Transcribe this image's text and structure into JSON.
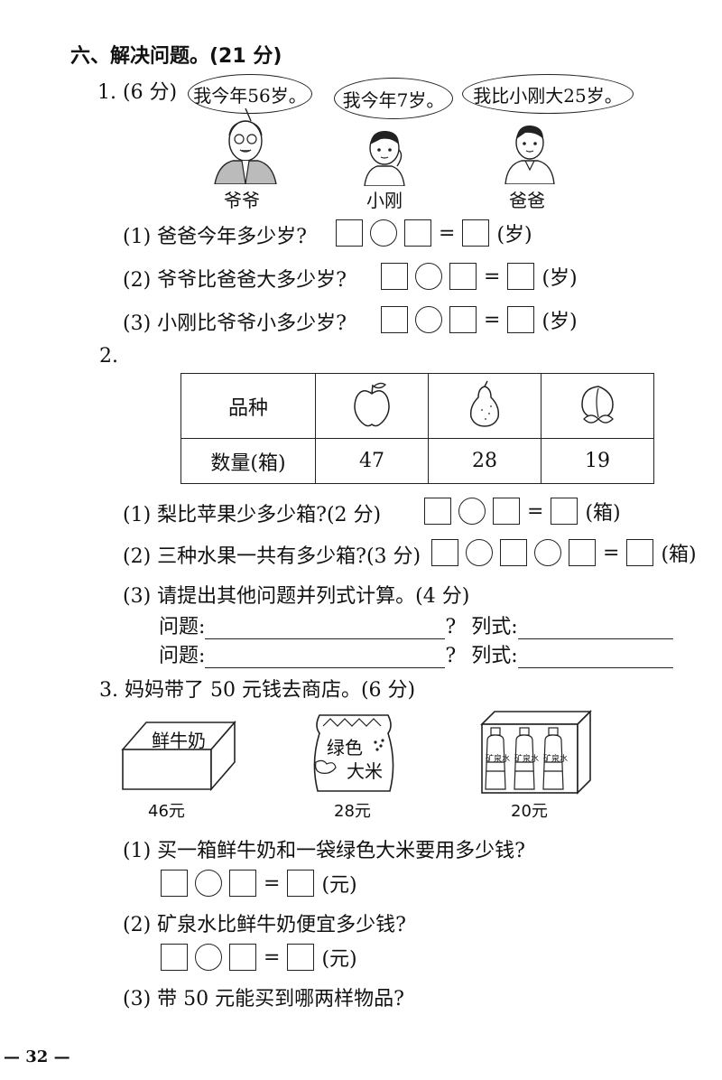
{
  "section": {
    "title": "六、解决问题。(21 分)"
  },
  "q1": {
    "number": "1. (6 分)",
    "speech": [
      "我今年56岁。",
      "我今年7岁。",
      "我比小刚大25岁。"
    ],
    "names": [
      "爷爷",
      "小刚",
      "爸爸"
    ],
    "parts": [
      {
        "prompt": "(1) 爸爸今年多少岁?",
        "unit": "(岁)"
      },
      {
        "prompt": "(2) 爷爷比爸爸大多少岁?",
        "unit": "(岁)"
      },
      {
        "prompt": "(3) 小刚比爷爷小多少岁?",
        "unit": "(岁)"
      }
    ]
  },
  "q2": {
    "number": "2.",
    "table": {
      "row_header_kind": "品种",
      "row_header_qty": "数量(箱)",
      "fruits": [
        "apple-icon",
        "pear-icon",
        "peach-icon"
      ],
      "quantities": [
        "47",
        "28",
        "19"
      ]
    },
    "parts": [
      {
        "prompt": "(1) 梨比苹果少多少箱?(2 分)",
        "unit": "(箱)"
      },
      {
        "prompt": "(2) 三种水果一共有多少箱?(3 分)",
        "unit": "(箱)"
      },
      {
        "prompt": "(3) 请提出其他问题并列式计算。(4 分)"
      }
    ],
    "question_label": "问题:",
    "question_mark": "?",
    "formula_label": "列式:"
  },
  "q3": {
    "number": "3. 妈妈带了 50 元钱去商店。(6 分)",
    "items": [
      {
        "label": "鲜牛奶",
        "price": "46元"
      },
      {
        "label_top": "绿色",
        "label_bottom": "大米",
        "price": "28元"
      },
      {
        "bottle_label": "矿泉水",
        "price": "20元"
      }
    ],
    "parts": [
      {
        "prompt": "(1) 买一箱鲜牛奶和一袋绿色大米要用多少钱?",
        "unit": "(元)"
      },
      {
        "prompt": "(2) 矿泉水比鲜牛奶便宜多少钱?",
        "unit": "(元)"
      },
      {
        "prompt": "(3) 带 50 元能买到哪两样物品?"
      }
    ]
  },
  "footer": {
    "page": "— 32 —"
  },
  "symbols": {
    "equals": "="
  }
}
